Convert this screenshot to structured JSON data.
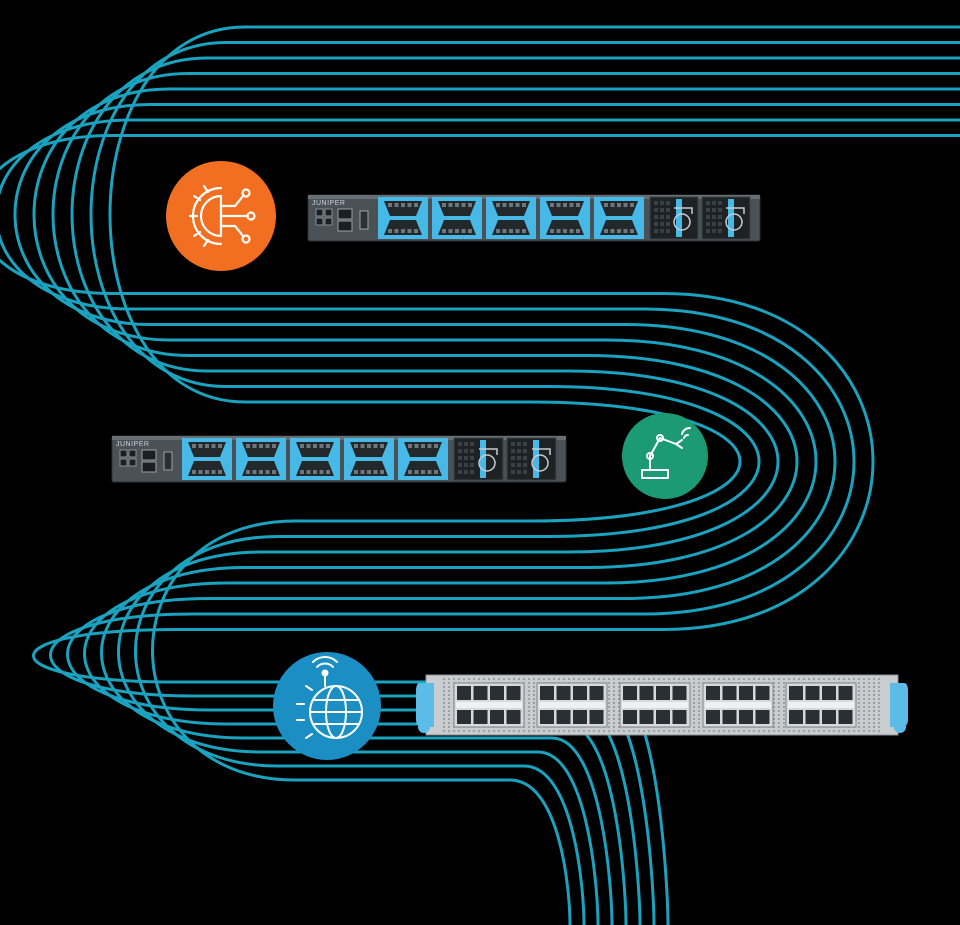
{
  "scene": {
    "background": "#000000",
    "line_color": "#1aa2bf",
    "line_count": 8
  },
  "icons": [
    {
      "name": "ai-gear-network-icon",
      "color": "#f26f21"
    },
    {
      "name": "robotic-arm-icon",
      "color": "#1c9a73"
    },
    {
      "name": "globe-gear-signal-icon",
      "color": "#1b8fc4"
    }
  ],
  "devices": [
    {
      "name": "router-1u-device",
      "vendor_label": "JUNIPER",
      "port_modules": 5,
      "power_supplies": 2,
      "accent": "#46b9e6"
    },
    {
      "name": "router-1u-device-2",
      "vendor_label": "JUNIPER",
      "port_modules": 5,
      "power_supplies": 2,
      "accent": "#46b9e6"
    },
    {
      "name": "line-card-device",
      "port_groups": 5,
      "accent": "#5bbce8"
    }
  ]
}
